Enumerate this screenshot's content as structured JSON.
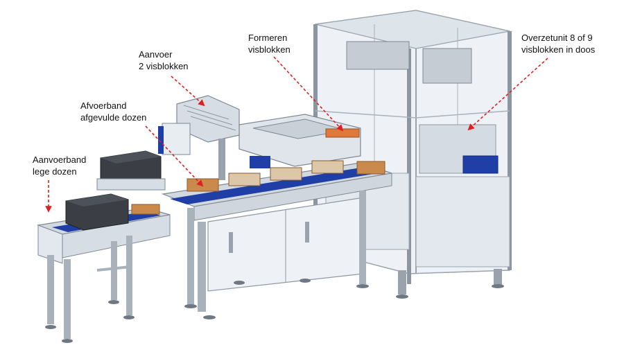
{
  "labels": {
    "aanvoer": {
      "line1": "Aanvoer",
      "line2": "2 visblokken"
    },
    "afvoerband": {
      "line1": "Afvoerband",
      "line2": "afgevulde dozen"
    },
    "aanvoerband": {
      "line1": "Aanvoerband",
      "line2": "lege dozen"
    },
    "formeren": {
      "line1": "Formeren",
      "line2": "visblokken"
    },
    "overzetunit": {
      "line1": "Overzetunit 8 of 9",
      "line2": "visblokken in doos"
    }
  },
  "colors": {
    "frame": "#c9ced6",
    "panel": "#e9eef3",
    "conveyor_belt": "#1f3fa6",
    "box_dark": "#3b3f45",
    "cardboard": "#c98a4b",
    "arrow": "#e02020"
  }
}
